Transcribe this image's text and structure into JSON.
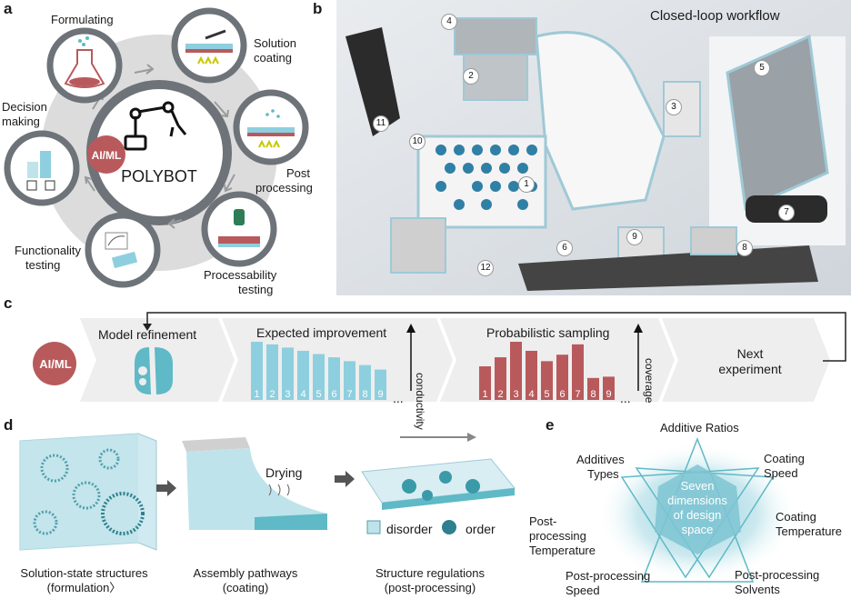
{
  "panel_a": {
    "label": "a",
    "center_title": "POLYBOT",
    "ai_badge": "AI/ML",
    "steps": {
      "formulating": "Formulating",
      "solution_coating_1": "Solution",
      "solution_coating_2": "coating",
      "post_processing_1": "Post",
      "post_processing_2": "processing",
      "processability_1": "Processability",
      "processability_2": "testing",
      "functionality_1": "Functionality",
      "functionality_2": "testing",
      "decision_1": "Decision",
      "decision_2": "making"
    }
  },
  "panel_b": {
    "label": "b",
    "title": "Closed-loop workflow",
    "markers": [
      "1",
      "2",
      "3",
      "4",
      "5",
      "6",
      "7",
      "8",
      "9",
      "10",
      "11",
      "12"
    ]
  },
  "panel_c": {
    "label": "c",
    "ai_badge": "AI/ML",
    "stage1": "Model refinement",
    "stage2": "Expected improvement",
    "stage3": "Probabilistic sampling",
    "stage4_1": "Next",
    "stage4_2": "experiment",
    "axis1": "conductivity",
    "axis2": "coverage",
    "ellipsis": "...",
    "bars1": {
      "labels": [
        "1",
        "2",
        "3",
        "4",
        "5",
        "6",
        "7",
        "8",
        "9"
      ],
      "values": [
        9,
        8.6,
        8.1,
        7.6,
        7.1,
        6.6,
        6.0,
        5.4,
        4.7
      ],
      "color": "#8ecfdf"
    },
    "bars2": {
      "labels": [
        "1",
        "2",
        "3",
        "4",
        "5",
        "6",
        "7",
        "8",
        "9"
      ],
      "values": [
        5.2,
        6.6,
        9.0,
        7.6,
        6.0,
        7.0,
        8.6,
        3.4,
        3.6
      ],
      "color": "#b85a5c"
    }
  },
  "panel_d": {
    "label": "d",
    "drying": "Drying",
    "cap1_1": "Solution-state structures",
    "cap1_2": "(formulation〉",
    "cap2_1": "Assembly pathways",
    "cap2_2": "(coating)",
    "cap3_1": "Structure regulations",
    "cap3_2": "(post-processing)",
    "legend_disorder": "disorder",
    "legend_order": "order"
  },
  "panel_e": {
    "label": "e",
    "center_1": "Seven",
    "center_2": "dimensions",
    "center_3": "of design",
    "center_4": "space",
    "dim_additive_ratios": "Additive Ratios",
    "dim_additives_types_1": "Additives",
    "dim_additives_types_2": "Types",
    "dim_coating_speed_1": "Coating",
    "dim_coating_speed_2": "Speed",
    "dim_coating_temp_1": "Coating",
    "dim_coating_temp_2": "Temperature",
    "dim_pp_temp_1": "Post-",
    "dim_pp_temp_2": "processing",
    "dim_pp_temp_3": "Temperature",
    "dim_pp_speed_1": "Post-processing",
    "dim_pp_speed_2": "Speed",
    "dim_pp_solvents_1": "Post-processing",
    "dim_pp_solvents_2": "Solvents"
  },
  "colors": {
    "teal": "#5fb9c6",
    "light_teal": "#bfe3ea",
    "rose": "#b85a5c",
    "gray_ring": "#d6d6d6",
    "dark_ring": "#6d7378"
  }
}
